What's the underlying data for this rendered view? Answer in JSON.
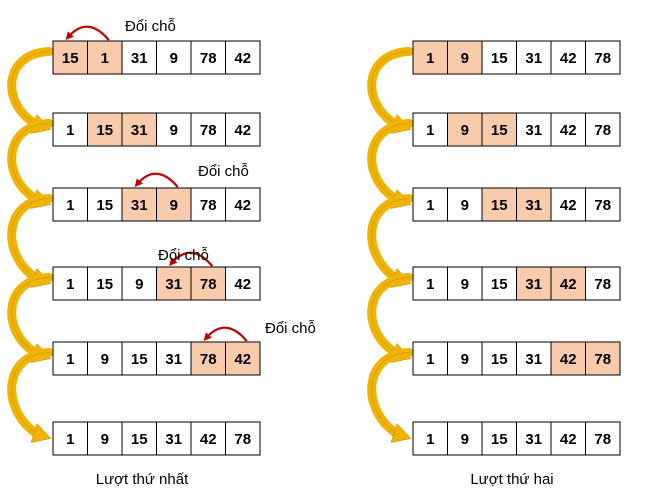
{
  "colors": {
    "highlight": "#F8CBAD",
    "plain": "#FFFFFF",
    "swap_arrow": "#C00000",
    "flow_arrow": "#F0B400",
    "flow_arrow_dark": "#C08A00"
  },
  "icons": {
    "swap_arrow": "curved-swap-arrow-icon",
    "flow_arrow": "curved-flow-arrow-icon"
  },
  "panels": [
    {
      "caption": "Lượt thứ nhất",
      "rows": [
        {
          "values": [
            "15",
            "1",
            "31",
            "9",
            "78",
            "42"
          ],
          "highlight": [
            0,
            1
          ],
          "swap_label": "Đổi chỗ"
        },
        {
          "values": [
            "1",
            "15",
            "31",
            "9",
            "78",
            "42"
          ],
          "highlight": [
            1,
            2
          ]
        },
        {
          "values": [
            "1",
            "15",
            "31",
            "9",
            "78",
            "42"
          ],
          "highlight": [
            2,
            3
          ],
          "swap_label": "Đổi chỗ"
        },
        {
          "values": [
            "1",
            "15",
            "9",
            "31",
            "78",
            "42"
          ],
          "highlight": [
            3,
            4
          ],
          "swap_label": "Đổi chỗ"
        },
        {
          "values": [
            "1",
            "9",
            "15",
            "31",
            "78",
            "42"
          ],
          "highlight": [
            4,
            5
          ],
          "swap_label": "Đổi chỗ"
        },
        {
          "values": [
            "1",
            "9",
            "15",
            "31",
            "42",
            "78"
          ],
          "highlight": []
        }
      ]
    },
    {
      "caption": "Lượt thứ hai",
      "rows": [
        {
          "values": [
            "1",
            "9",
            "15",
            "31",
            "42",
            "78"
          ],
          "highlight": [
            0,
            1
          ]
        },
        {
          "values": [
            "1",
            "9",
            "15",
            "31",
            "42",
            "78"
          ],
          "highlight": [
            1,
            2
          ]
        },
        {
          "values": [
            "1",
            "9",
            "15",
            "31",
            "42",
            "78"
          ],
          "highlight": [
            2,
            3
          ]
        },
        {
          "values": [
            "1",
            "9",
            "15",
            "31",
            "42",
            "78"
          ],
          "highlight": [
            3,
            4
          ]
        },
        {
          "values": [
            "1",
            "9",
            "15",
            "31",
            "42",
            "78"
          ],
          "highlight": [
            4,
            5
          ]
        },
        {
          "values": [
            "1",
            "9",
            "15",
            "31",
            "42",
            "78"
          ],
          "highlight": []
        }
      ]
    }
  ]
}
